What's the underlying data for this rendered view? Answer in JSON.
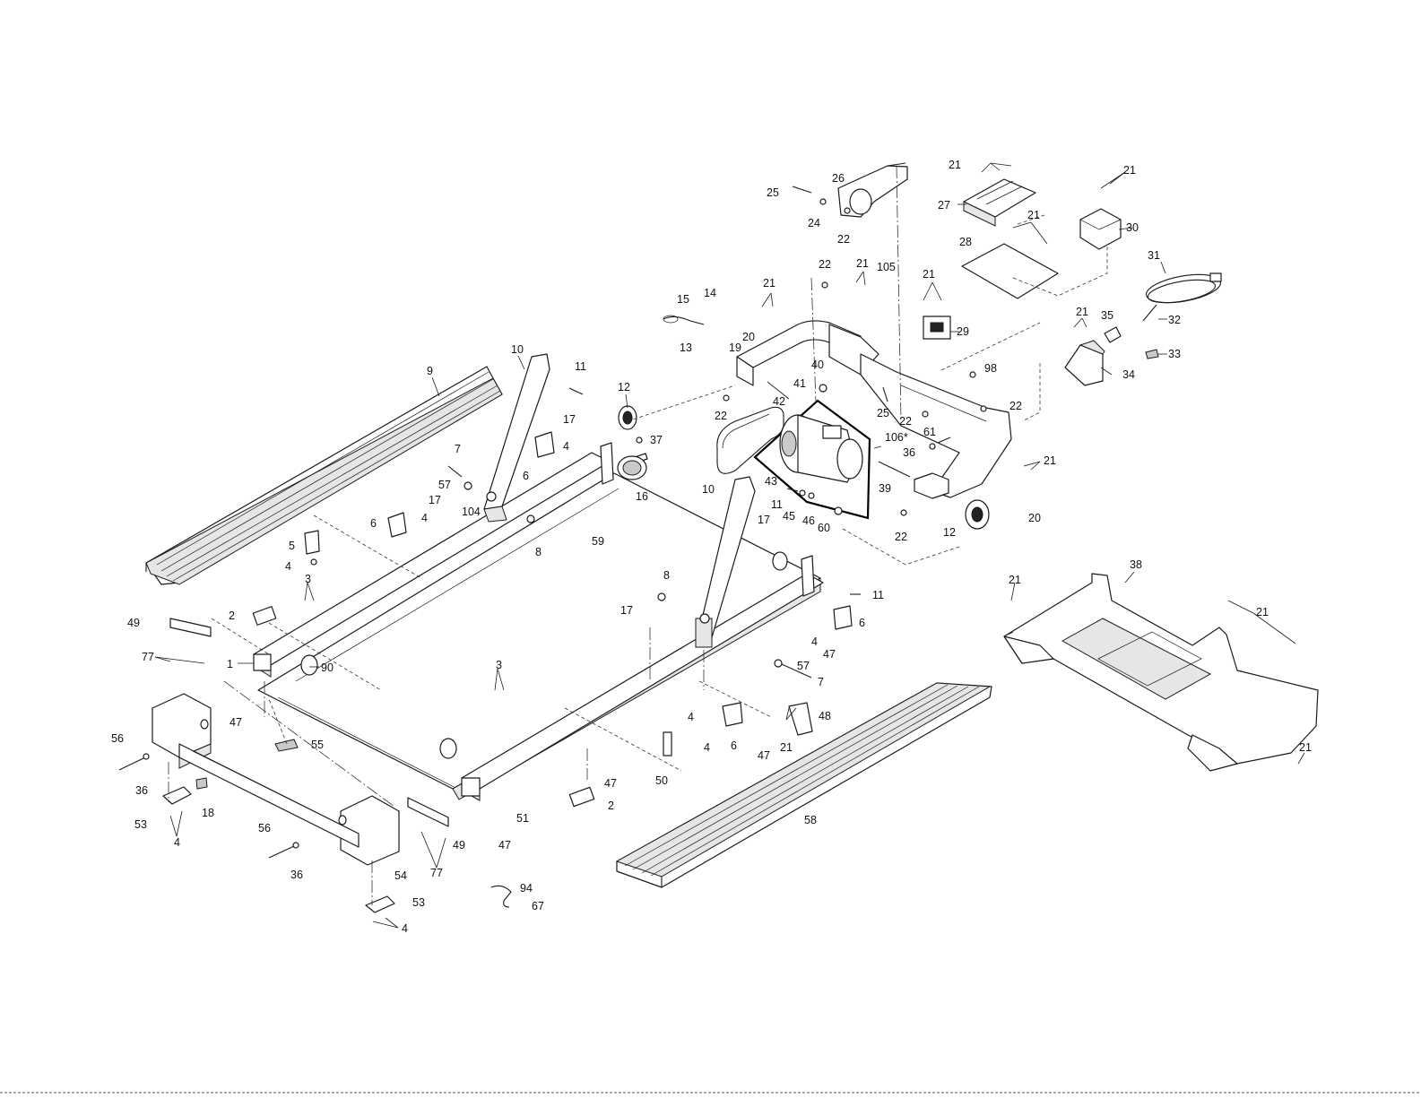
{
  "callouts": [
    {
      "id": "c9",
      "text": "9"
    },
    {
      "id": "c10a",
      "text": "10"
    },
    {
      "id": "c11a",
      "text": "11"
    },
    {
      "id": "c12a",
      "text": "12"
    },
    {
      "id": "c17a",
      "text": "17"
    },
    {
      "id": "c4a",
      "text": "4"
    },
    {
      "id": "c37",
      "text": "37"
    },
    {
      "id": "c7a",
      "text": "7"
    },
    {
      "id": "c57a",
      "text": "57"
    },
    {
      "id": "c6a",
      "text": "6"
    },
    {
      "id": "c16",
      "text": "16"
    },
    {
      "id": "c17b",
      "text": "17"
    },
    {
      "id": "c104",
      "text": "104"
    },
    {
      "id": "c6b",
      "text": "6"
    },
    {
      "id": "c4b",
      "text": "4"
    },
    {
      "id": "c8a",
      "text": "8"
    },
    {
      "id": "c5",
      "text": "5"
    },
    {
      "id": "c4c",
      "text": "4"
    },
    {
      "id": "c59",
      "text": "59"
    },
    {
      "id": "c3a",
      "text": "3"
    },
    {
      "id": "c2a",
      "text": "2"
    },
    {
      "id": "c49a",
      "text": "49"
    },
    {
      "id": "c77a",
      "text": "77"
    },
    {
      "id": "c1",
      "text": "1"
    },
    {
      "id": "c90",
      "text": "90"
    },
    {
      "id": "c47a",
      "text": "47"
    },
    {
      "id": "c55",
      "text": "55"
    },
    {
      "id": "c56a",
      "text": "56"
    },
    {
      "id": "c36a",
      "text": "36"
    },
    {
      "id": "c53a",
      "text": "53"
    },
    {
      "id": "c18",
      "text": "18"
    },
    {
      "id": "c4d",
      "text": "4"
    },
    {
      "id": "c56b",
      "text": "56"
    },
    {
      "id": "c36b",
      "text": "36"
    },
    {
      "id": "c54",
      "text": "54"
    },
    {
      "id": "c53b",
      "text": "53"
    },
    {
      "id": "c4e",
      "text": "4"
    },
    {
      "id": "c77b",
      "text": "77"
    },
    {
      "id": "c49b",
      "text": "49"
    },
    {
      "id": "c47b",
      "text": "47"
    },
    {
      "id": "c3b",
      "text": "3"
    },
    {
      "id": "c51",
      "text": "51"
    },
    {
      "id": "c2b",
      "text": "2"
    },
    {
      "id": "c47c",
      "text": "47"
    },
    {
      "id": "c50",
      "text": "50"
    },
    {
      "id": "c4f",
      "text": "4"
    },
    {
      "id": "c6c",
      "text": "6"
    },
    {
      "id": "c4g",
      "text": "4"
    },
    {
      "id": "c47d",
      "text": "47"
    },
    {
      "id": "c21a",
      "text": "21"
    },
    {
      "id": "c48",
      "text": "48"
    },
    {
      "id": "c58",
      "text": "58"
    },
    {
      "id": "c94",
      "text": "94"
    },
    {
      "id": "c67",
      "text": "67"
    },
    {
      "id": "c17c",
      "text": "17"
    },
    {
      "id": "c8b",
      "text": "8"
    },
    {
      "id": "c10b",
      "text": "10"
    },
    {
      "id": "c17d",
      "text": "17"
    },
    {
      "id": "c11b",
      "text": "11"
    },
    {
      "id": "c6d",
      "text": "6"
    },
    {
      "id": "c4h",
      "text": "4"
    },
    {
      "id": "c47e",
      "text": "47"
    },
    {
      "id": "c57b",
      "text": "57"
    },
    {
      "id": "c7b",
      "text": "7"
    },
    {
      "id": "c25a",
      "text": "25"
    },
    {
      "id": "c26",
      "text": "26"
    },
    {
      "id": "c24",
      "text": "24"
    },
    {
      "id": "c22a",
      "text": "22"
    },
    {
      "id": "c22b",
      "text": "22"
    },
    {
      "id": "c21b",
      "text": "21"
    },
    {
      "id": "c105",
      "text": "105"
    },
    {
      "id": "c21c",
      "text": "21"
    },
    {
      "id": "c20a",
      "text": "20"
    },
    {
      "id": "c15",
      "text": "15"
    },
    {
      "id": "c14",
      "text": "14"
    },
    {
      "id": "c13",
      "text": "13"
    },
    {
      "id": "c19",
      "text": "19"
    },
    {
      "id": "c40",
      "text": "40"
    },
    {
      "id": "c41",
      "text": "41"
    },
    {
      "id": "c42",
      "text": "42"
    },
    {
      "id": "c22c",
      "text": "22"
    },
    {
      "id": "c25b",
      "text": "25"
    },
    {
      "id": "c22d",
      "text": "22"
    },
    {
      "id": "c106",
      "text": "106*"
    },
    {
      "id": "c61",
      "text": "61"
    },
    {
      "id": "c36c",
      "text": "36"
    },
    {
      "id": "c39",
      "text": "39"
    },
    {
      "id": "c43",
      "text": "43"
    },
    {
      "id": "c11c",
      "text": "11"
    },
    {
      "id": "c45",
      "text": "45"
    },
    {
      "id": "c46",
      "text": "46"
    },
    {
      "id": "c60",
      "text": "60"
    },
    {
      "id": "c22e",
      "text": "22"
    },
    {
      "id": "c12b",
      "text": "12"
    },
    {
      "id": "c22f",
      "text": "22"
    },
    {
      "id": "c98",
      "text": "98"
    },
    {
      "id": "c21d",
      "text": "21"
    },
    {
      "id": "c20b",
      "text": "20"
    },
    {
      "id": "c21e",
      "text": "21"
    },
    {
      "id": "c27",
      "text": "27"
    },
    {
      "id": "c21f",
      "text": "21"
    },
    {
      "id": "c21g",
      "text": "21"
    },
    {
      "id": "c30",
      "text": "30"
    },
    {
      "id": "c28",
      "text": "28"
    },
    {
      "id": "c21h",
      "text": "21"
    },
    {
      "id": "c29",
      "text": "29"
    },
    {
      "id": "c31",
      "text": "31"
    },
    {
      "id": "c32",
      "text": "32"
    },
    {
      "id": "c21i",
      "text": "21"
    },
    {
      "id": "c35",
      "text": "35"
    },
    {
      "id": "c33",
      "text": "33"
    },
    {
      "id": "c34",
      "text": "34"
    },
    {
      "id": "c38",
      "text": "38"
    },
    {
      "id": "c21j",
      "text": "21"
    },
    {
      "id": "c21k",
      "text": "21"
    },
    {
      "id": "c21l",
      "text": "21"
    }
  ],
  "colors": {
    "ink": "#1a1a1a",
    "paper": "#ffffff",
    "shade": "#c9c9c9"
  }
}
